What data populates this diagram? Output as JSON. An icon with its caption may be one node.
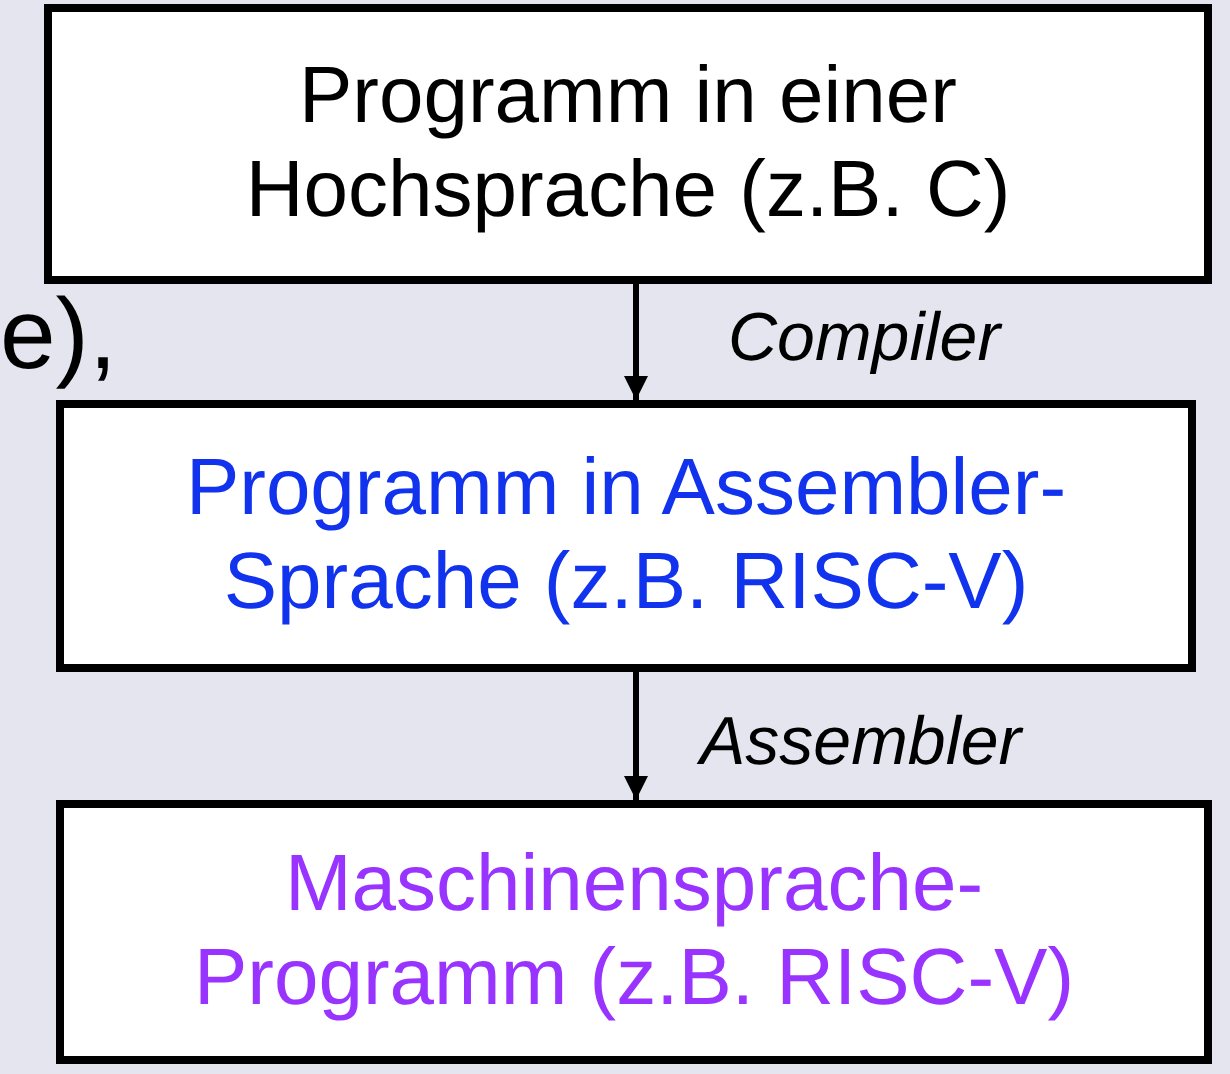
{
  "diagram": {
    "nodes": [
      {
        "text": [
          "Programm in einer Hochsprache (z.B. C)"
        ]
      },
      {
        "text": [
          "Programm in Assembler- Sprache (z.B. RISC-V)"
        ]
      },
      {
        "text": [
          "Maschinensprache- Programm (z.B. RISC-V)"
        ]
      }
    ],
    "edges": [
      {
        "from": 0,
        "to": 1,
        "arrow": "to",
        "label": "Compiler"
      },
      {
        "from": 1,
        "to": 2,
        "arrow": "to",
        "label": "Assembler"
      }
    ],
    "labels": [
      "e),"
    ]
  }
}
